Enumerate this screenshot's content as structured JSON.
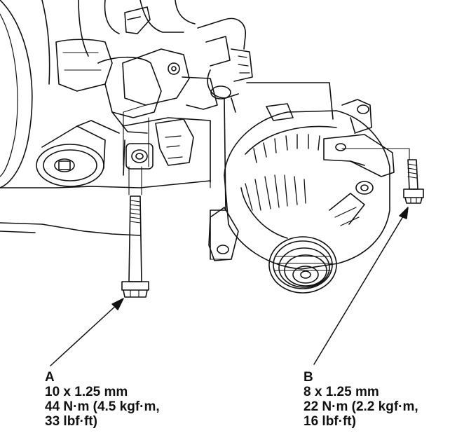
{
  "callouts": {
    "a": {
      "letter": "A",
      "thread": "10 x 1.25 mm",
      "torque_line1": "44 N·m (4.5 kgf·m,",
      "torque_line2": "33 lbf·ft)"
    },
    "b": {
      "letter": "B",
      "thread": "8 x 1.25 mm",
      "torque_line1": "22 N·m (2.2 kgf·m,",
      "torque_line2": "16 lbf·ft)"
    }
  },
  "colors": {
    "ink": "#111111",
    "paper": "#ffffff"
  }
}
